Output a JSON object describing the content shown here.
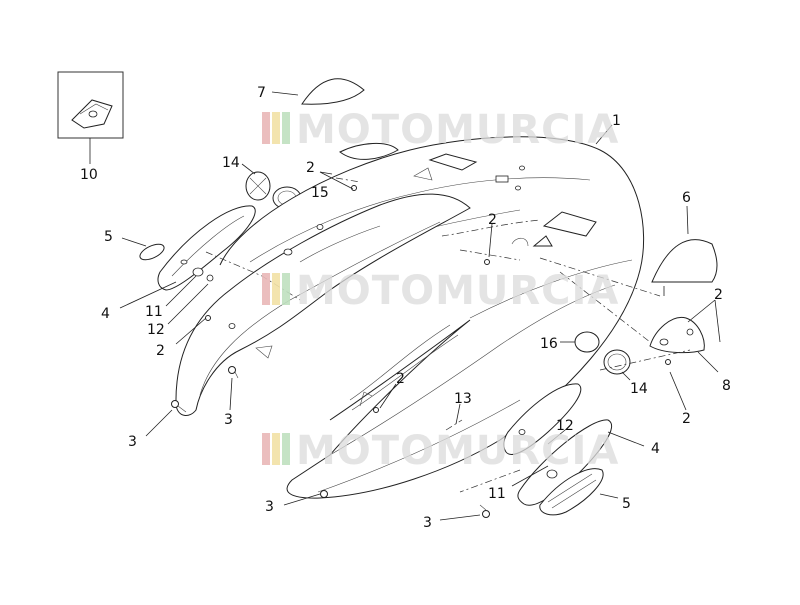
{
  "watermark": {
    "text": "MOTOMURCIA",
    "stripe_colors": [
      "#e9b8b8",
      "#f2e2a6",
      "#bfe0bf",
      "#cfe3ef"
    ]
  },
  "callouts": {
    "c1": "1",
    "c7": "7",
    "c10": "10",
    "c14a": "14",
    "c15": "15",
    "c2a": "2",
    "c2b": "2",
    "c2c": "2",
    "c2d": "2",
    "c2e": "2",
    "c2f": "2",
    "c5a": "5",
    "c4a": "4",
    "c11a": "11",
    "c12a": "12",
    "c3a": "3",
    "c3b": "3",
    "c3c": "3",
    "c3d": "3",
    "c6": "6",
    "c8": "8",
    "c16": "16",
    "c14b": "14",
    "c13": "13",
    "c12b": "12",
    "c11b": "11",
    "c4b": "4",
    "c5b": "5"
  }
}
